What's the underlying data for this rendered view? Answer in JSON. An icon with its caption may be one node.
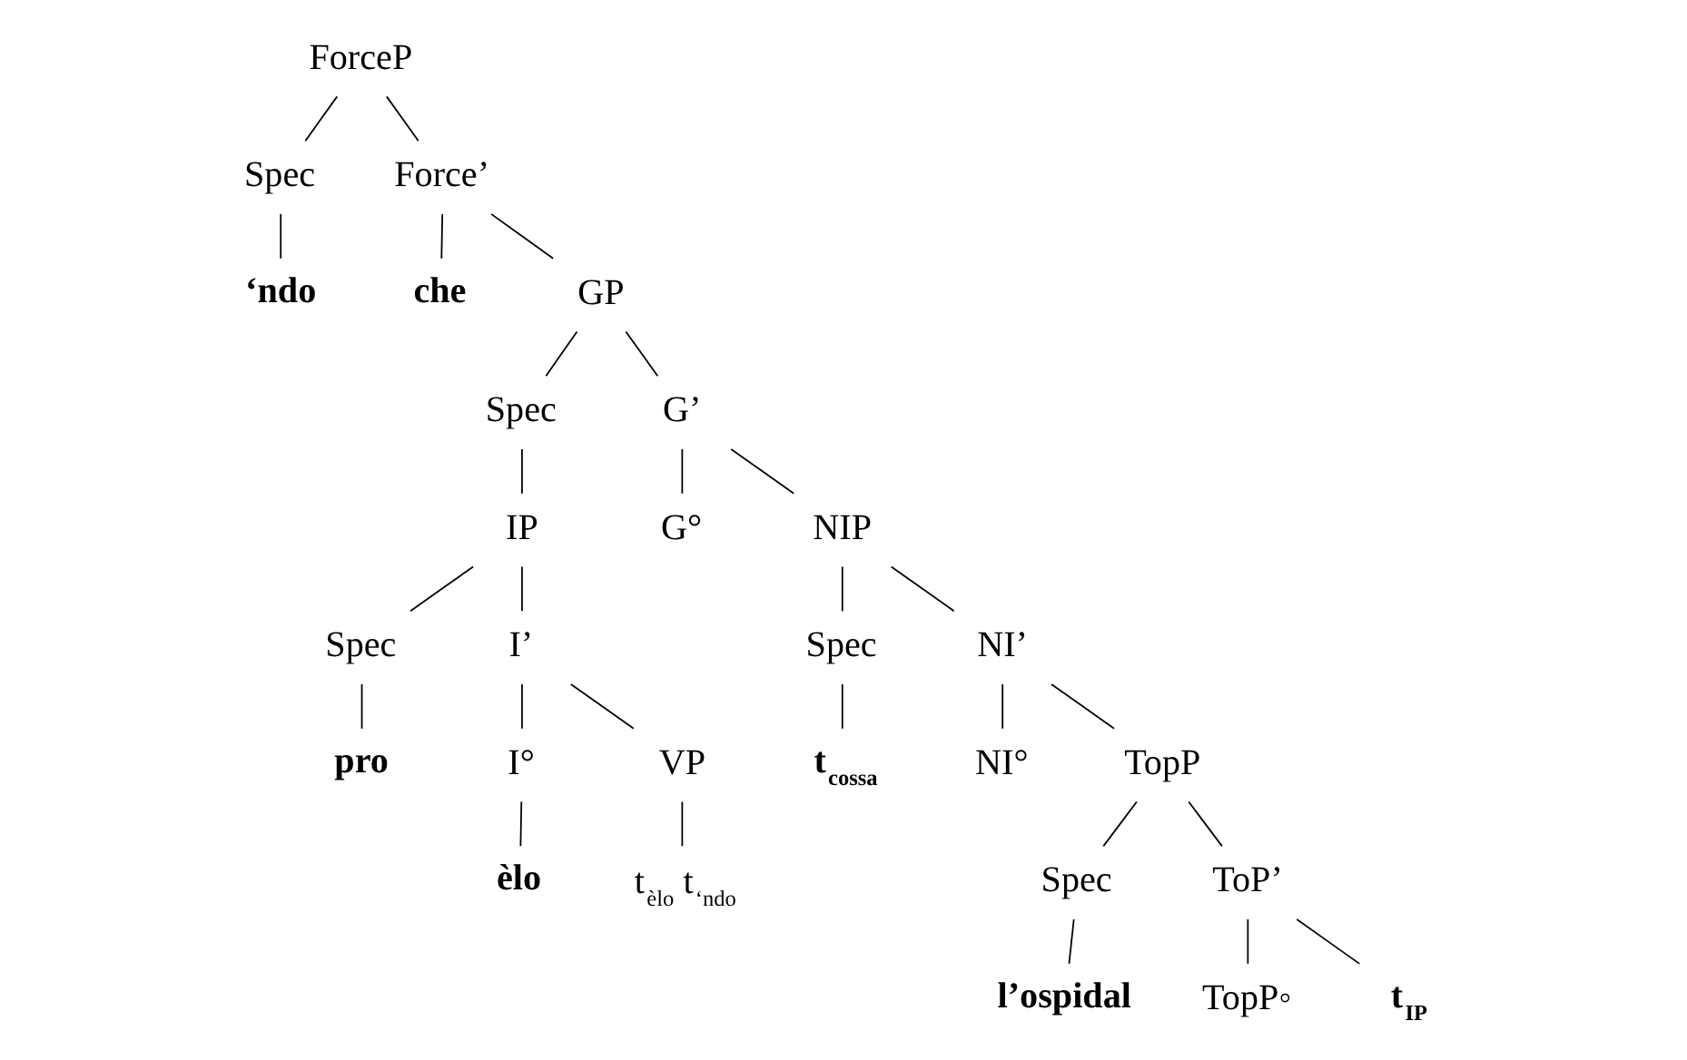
{
  "diagram": {
    "nodes": [
      {
        "text": [
          "ForceP"
        ]
      },
      {
        "text": [
          "Spec"
        ]
      },
      {
        "text": [
          "Force’"
        ]
      },
      {
        "text": [
          "‘ndo"
        ]
      },
      {
        "text": [
          "che"
        ]
      },
      {
        "text": [
          "GP"
        ]
      },
      {
        "text": [
          "Spec"
        ]
      },
      {
        "text": [
          "G’"
        ]
      },
      {
        "text": [
          "IP"
        ]
      },
      {
        "text": [
          "G°"
        ]
      },
      {
        "text": [
          "NIP"
        ]
      },
      {
        "text": [
          "Spec"
        ]
      },
      {
        "text": [
          "I’"
        ]
      },
      {
        "text": [
          "Spec"
        ]
      },
      {
        "text": [
          "NI’"
        ]
      },
      {
        "text": [
          "pro"
        ]
      },
      {
        "text": [
          "I°"
        ]
      },
      {
        "text": [
          "VP"
        ]
      },
      {
        "text": [
          "t$_{cossa}$"
        ]
      },
      {
        "text": [
          "NI°"
        ]
      },
      {
        "text": [
          "TopP"
        ]
      },
      {
        "text": [
          "èlo"
        ]
      },
      {
        "text": [
          "t$_{èlo}$ t$_{‘ndo}$"
        ]
      },
      {
        "text": [
          "Spec"
        ]
      },
      {
        "text": [
          "ToP’"
        ]
      },
      {
        "text": [
          "l’ospidal"
        ]
      },
      {
        "text": [
          "TopP◦"
        ]
      },
      {
        "text": [
          "t$_{IP}$"
        ]
      }
    ],
    "edges": [
      {
        "from": 0,
        "to": 1,
        "arrow": "none"
      },
      {
        "from": 0,
        "to": 2,
        "arrow": "none"
      },
      {
        "from": 1,
        "to": 3,
        "arrow": "none"
      },
      {
        "from": 2,
        "to": 4,
        "arrow": "none"
      },
      {
        "from": 2,
        "to": 5,
        "arrow": "none"
      },
      {
        "from": 5,
        "to": 6,
        "arrow": "none"
      },
      {
        "from": 5,
        "to": 7,
        "arrow": "none"
      },
      {
        "from": 6,
        "to": 8,
        "arrow": "none"
      },
      {
        "from": 7,
        "to": 9,
        "arrow": "none"
      },
      {
        "from": 7,
        "to": 10,
        "arrow": "none"
      },
      {
        "from": 8,
        "to": 13,
        "arrow": "none"
      },
      {
        "from": 8,
        "to": 12,
        "arrow": "none"
      },
      {
        "from": 10,
        "to": 11,
        "arrow": "none"
      },
      {
        "from": 10,
        "to": 14,
        "arrow": "none"
      },
      {
        "from": 13,
        "to": 15,
        "arrow": "none"
      },
      {
        "from": 12,
        "to": 16,
        "arrow": "none"
      },
      {
        "from": 12,
        "to": 17,
        "arrow": "none"
      },
      {
        "from": 11,
        "to": 18,
        "arrow": "none"
      },
      {
        "from": 14,
        "to": 19,
        "arrow": "none"
      },
      {
        "from": 14,
        "to": 20,
        "arrow": "none"
      },
      {
        "from": 16,
        "to": 21,
        "arrow": "none"
      },
      {
        "from": 17,
        "to": 22,
        "arrow": "none"
      },
      {
        "from": 20,
        "to": 23,
        "arrow": "none"
      },
      {
        "from": 20,
        "to": 24,
        "arrow": "none"
      },
      {
        "from": 23,
        "to": 25,
        "arrow": "none"
      },
      {
        "from": 24,
        "to": 26,
        "arrow": "none"
      },
      {
        "from": 24,
        "to": 27,
        "arrow": "none"
      }
    ]
  }
}
